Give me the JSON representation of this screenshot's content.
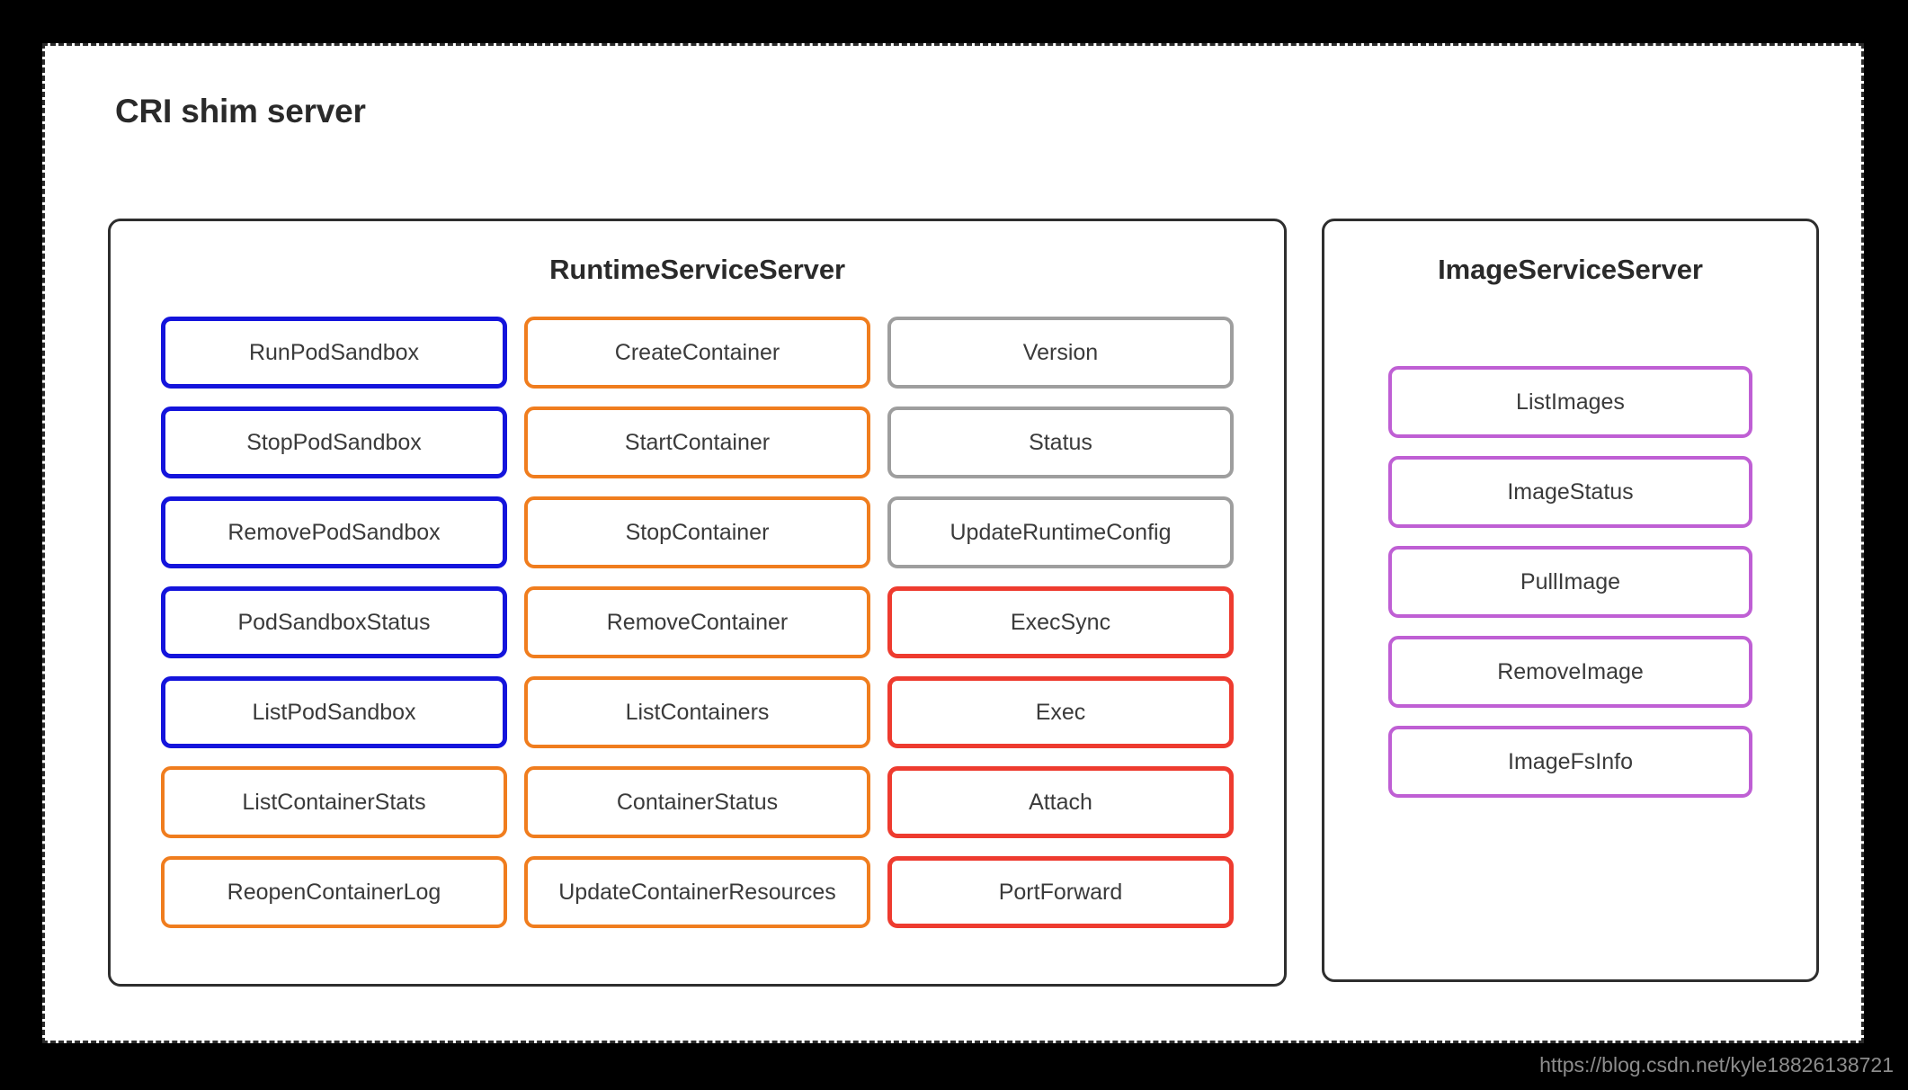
{
  "diagram": {
    "title": "CRI shim server"
  },
  "colors": {
    "blue": "#1414dc",
    "orange": "#f07d1e",
    "gray": "#9e9e9e",
    "red": "#ee3b2f",
    "purple": "#bf5fd4",
    "panel_border": "#2e2e2e",
    "card_border": "#2b2b2b",
    "background": "#000000",
    "text": "#3a3a3a"
  },
  "panels": [
    {
      "id": "runtime-service-server",
      "heading": "RuntimeServiceServer",
      "columns": [
        {
          "id": "pod-sandbox-column",
          "boxes": [
            {
              "label": "RunPodSandbox",
              "color": "blue"
            },
            {
              "label": "StopPodSandbox",
              "color": "blue"
            },
            {
              "label": "RemovePodSandbox",
              "color": "blue"
            },
            {
              "label": "PodSandboxStatus",
              "color": "blue"
            },
            {
              "label": "ListPodSandbox",
              "color": "blue"
            },
            {
              "label": "ListContainerStats",
              "color": "orange"
            },
            {
              "label": "ReopenContainerLog",
              "color": "orange"
            }
          ]
        },
        {
          "id": "container-column",
          "boxes": [
            {
              "label": "CreateContainer",
              "color": "orange"
            },
            {
              "label": "StartContainer",
              "color": "orange"
            },
            {
              "label": "StopContainer",
              "color": "orange"
            },
            {
              "label": "RemoveContainer",
              "color": "orange"
            },
            {
              "label": "ListContainers",
              "color": "orange"
            },
            {
              "label": "ContainerStatus",
              "color": "orange"
            },
            {
              "label": "UpdateContainerResources",
              "color": "orange"
            }
          ]
        },
        {
          "id": "runtime-misc-column",
          "boxes": [
            {
              "label": "Version",
              "color": "gray"
            },
            {
              "label": "Status",
              "color": "gray"
            },
            {
              "label": "UpdateRuntimeConfig",
              "color": "gray"
            },
            {
              "label": "ExecSync",
              "color": "red"
            },
            {
              "label": "Exec",
              "color": "red"
            },
            {
              "label": "Attach",
              "color": "red"
            },
            {
              "label": "PortForward",
              "color": "red"
            }
          ]
        }
      ]
    },
    {
      "id": "image-service-server",
      "heading": "ImageServiceServer",
      "columns": [
        {
          "id": "image-column",
          "boxes": [
            {
              "label": "ListImages",
              "color": "purple"
            },
            {
              "label": "ImageStatus",
              "color": "purple"
            },
            {
              "label": "PullImage",
              "color": "purple"
            },
            {
              "label": "RemoveImage",
              "color": "purple"
            },
            {
              "label": "ImageFsInfo",
              "color": "purple"
            }
          ]
        }
      ]
    }
  ],
  "watermark": {
    "text": "https://blog.csdn.net/kyle18826138721"
  }
}
